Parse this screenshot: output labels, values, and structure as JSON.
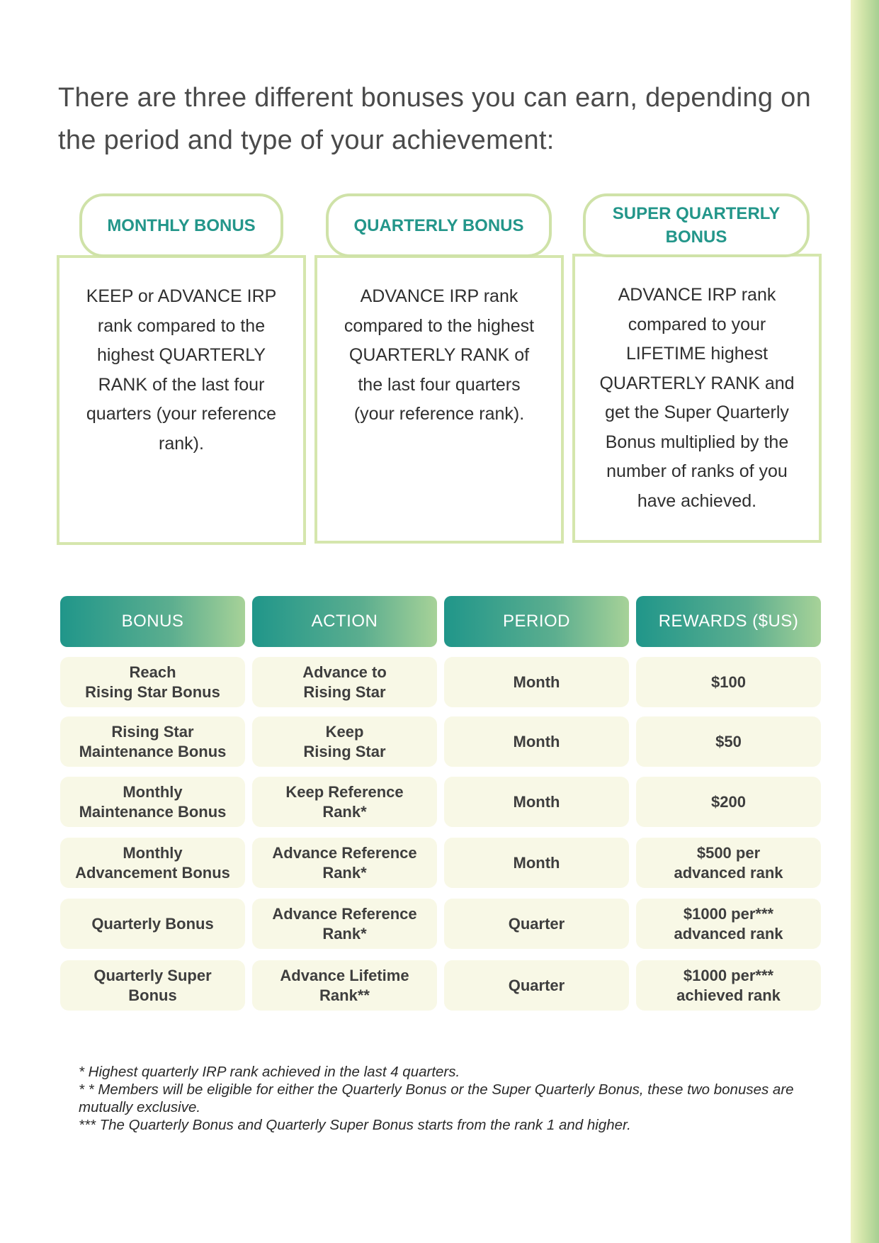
{
  "intro": "There are three different bonuses you can earn, depending on the period and type of your achievement:",
  "cards": [
    {
      "title": "MONTHLY BONUS",
      "body": "KEEP or ADVANCE IRP rank compared to the highest QUARTERLY RANK of the last four quarters (your reference rank)."
    },
    {
      "title": "QUARTERLY BONUS",
      "body": "ADVANCE IRP rank compared to the highest QUARTERLY RANK of the last four quarters (your reference rank)."
    },
    {
      "title": "SUPER QUARTERLY BONUS",
      "body": "ADVANCE IRP rank compared to your LIFETIME highest QUARTERLY RANK and get the Super Quarterly Bonus multiplied by the number of ranks of you have achieved."
    }
  ],
  "table": {
    "headers": [
      "BONUS",
      "ACTION",
      "PERIOD",
      "REWARDS ($US)"
    ],
    "rows": [
      [
        "Reach\nRising Star Bonus",
        "Advance to\nRising Star",
        "Month",
        "$100"
      ],
      [
        "Rising Star\nMaintenance Bonus",
        "Keep\nRising Star",
        "Month",
        "$50"
      ],
      [
        "Monthly\nMaintenance Bonus",
        "Keep Reference\nRank*",
        "Month",
        "$200"
      ],
      [
        "Monthly\nAdvancement Bonus",
        "Advance Reference\nRank*",
        "Month",
        "$500 per\nadvanced rank"
      ],
      [
        "Quarterly Bonus",
        "Advance Reference\nRank*",
        "Quarter",
        "$1000 per***\nadvanced rank"
      ],
      [
        "Quarterly Super\nBonus",
        "Advance Lifetime\nRank**",
        "Quarter",
        "$1000 per***\nachieved rank"
      ]
    ]
  },
  "notes": [
    "* Highest quarterly IRP rank achieved in the last 4 quarters.",
    "* * Members will be eligible for either the Quarterly Bonus or the Super Quarterly Bonus, these two bonuses are mutually exclusive.",
    "*** The Quarterly Bonus and Quarterly Super Bonus starts from the rank 1 and higher."
  ]
}
